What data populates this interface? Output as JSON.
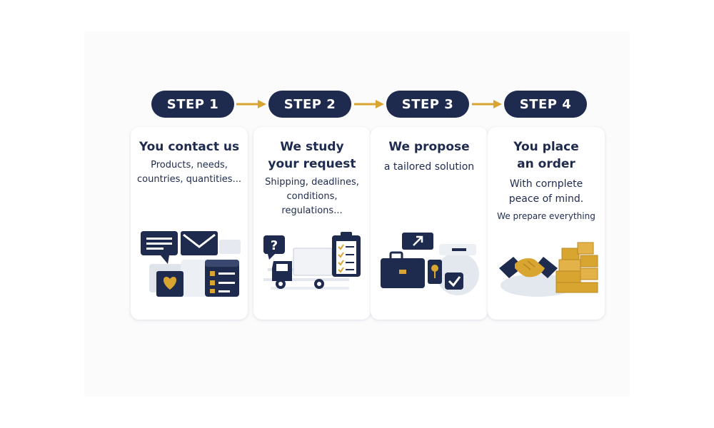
{
  "steps": [
    {
      "label": "STEP 1",
      "title": "You contact us",
      "description": "Products, needs,\ncountries, quantities..."
    },
    {
      "label": "STEP 2",
      "title": "We study\nyour request",
      "description": "Shipping, deadlines,\nconditions,\nregulations..."
    },
    {
      "label": "STEP 3",
      "title": "We propose",
      "description": "a tailored solution"
    },
    {
      "label": "STEP 4",
      "title": "You place\nan order",
      "description": "With cornplete\npeace of mind.",
      "note": "We prepare everything"
    }
  ],
  "icons": {
    "step1": [
      "chat-bubble-icon",
      "envelope-icon",
      "heart-card-icon",
      "checklist-icon"
    ],
    "step2": [
      "question-bubble-icon",
      "truck-icon",
      "clipboard-checklist-icon"
    ],
    "step3": [
      "briefcase-icon",
      "arrow-upright-icon",
      "pin-icon",
      "checkmark-icon"
    ],
    "step4": [
      "handshake-icon",
      "boxes-icon"
    ]
  },
  "colors": {
    "navy": "#1e2b4f",
    "gold": "#d9a531",
    "light_gray": "#dfe3ea",
    "background": "#ffffff"
  }
}
